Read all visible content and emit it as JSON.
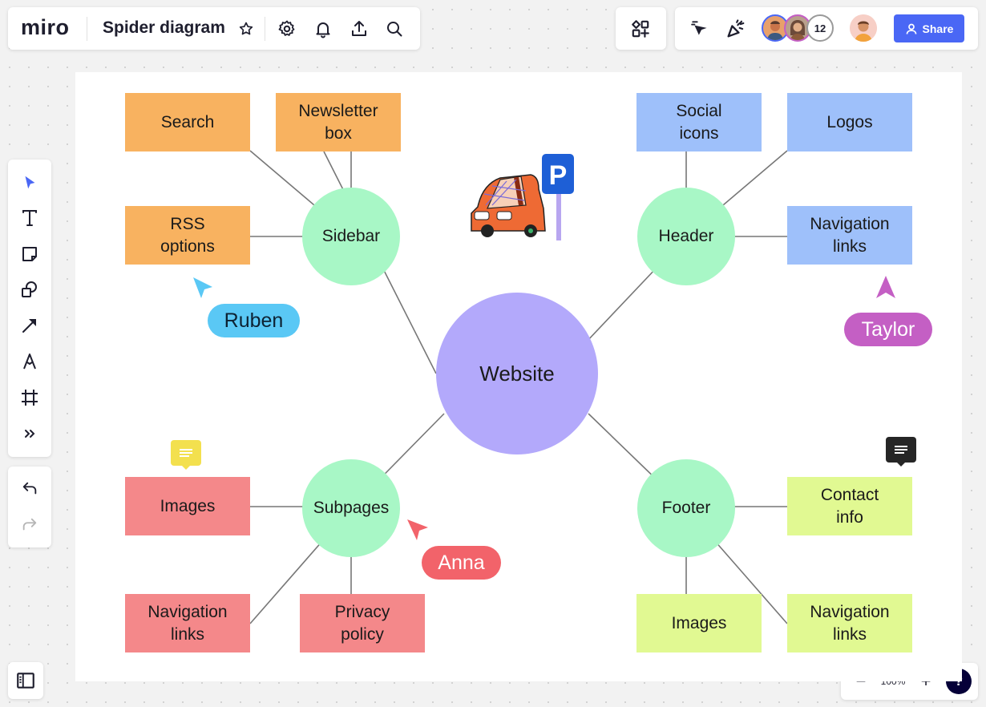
{
  "app": {
    "logo": "miro",
    "board_title": "Spider diagram"
  },
  "topbar": {
    "share_label": "Share",
    "collaborator_count": "12"
  },
  "diagram": {
    "center": "Website",
    "hubs": {
      "sidebar": "Sidebar",
      "header": "Header",
      "subpages": "Subpages",
      "footer": "Footer"
    },
    "leaves": {
      "search": "Search",
      "newsletter_1": "Newsletter",
      "newsletter_2": "box",
      "rss_1": "RSS",
      "rss_2": "options",
      "social_1": "Social",
      "social_2": "icons",
      "logos": "Logos",
      "header_nav_1": "Navigation",
      "header_nav_2": "links",
      "sub_images": "Images",
      "sub_nav_1": "Navigation",
      "sub_nav_2": "links",
      "privacy_1": "Privacy",
      "privacy_2": "policy",
      "contact_1": "Contact",
      "contact_2": "info",
      "footer_images": "Images",
      "footer_nav_1": "Navigation",
      "footer_nav_2": "links"
    }
  },
  "cursors": {
    "ruben": "Ruben",
    "taylor": "Taylor",
    "anna": "Anna"
  },
  "zoom": {
    "level": "100%",
    "minus": "−",
    "plus": "+",
    "help": "?"
  },
  "colors": {
    "orange": "#f8b260",
    "blue": "#9ec0fa",
    "red": "#f4888a",
    "lime": "#e1f992",
    "mint": "#a8f7c6",
    "purple": "#b3a9fb",
    "ruben": "#5ac8f5",
    "taylor": "#c45fc4",
    "anna": "#f2636a",
    "share": "#4a67f5"
  }
}
